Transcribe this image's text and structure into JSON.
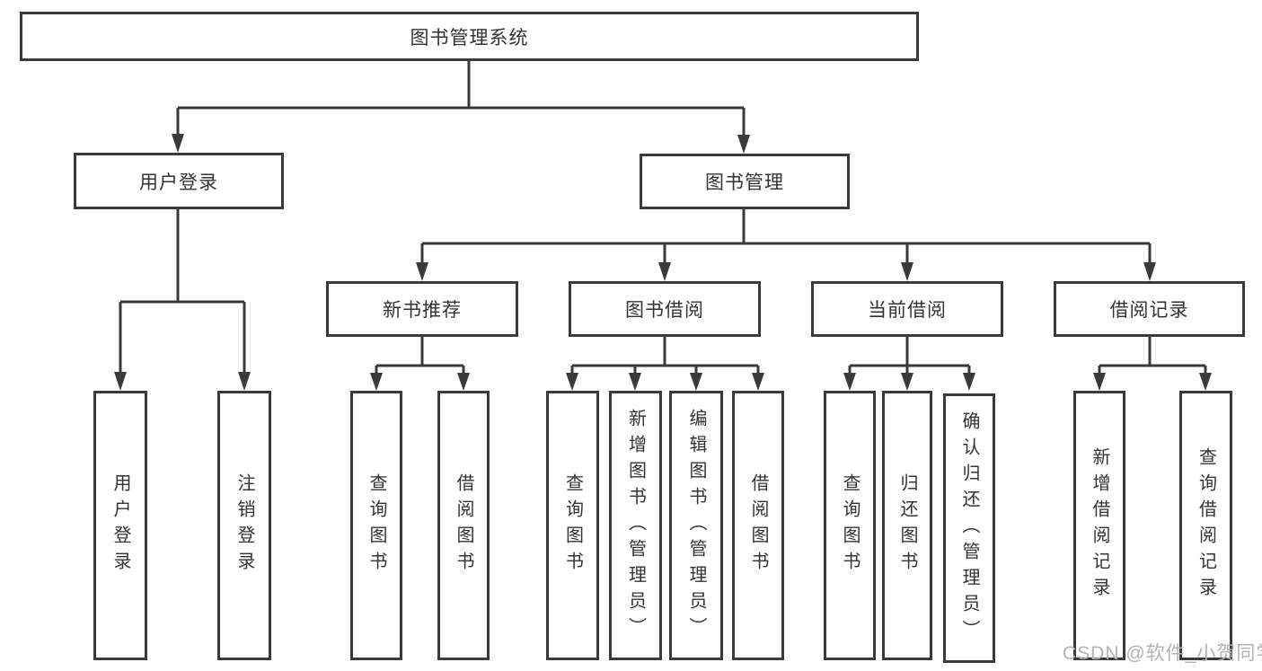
{
  "tree": {
    "label": "图书管理系统",
    "children": [
      {
        "label": "用户登录",
        "children": [
          {
            "label": "用户登录"
          },
          {
            "label": "注销登录"
          }
        ]
      },
      {
        "label": "图书管理",
        "children": [
          {
            "label": "新书推荐",
            "children": [
              {
                "label": "查询图书"
              },
              {
                "label": "借阅图书"
              }
            ]
          },
          {
            "label": "图书借阅",
            "children": [
              {
                "label": "查询图书"
              },
              {
                "label": "新增图书（管理员）"
              },
              {
                "label": "编辑图书（管理员）"
              },
              {
                "label": "借阅图书"
              }
            ]
          },
          {
            "label": "当前借阅",
            "children": [
              {
                "label": "查询图书"
              },
              {
                "label": "归还图书"
              },
              {
                "label": "确认归还（管理员）"
              }
            ]
          },
          {
            "label": "借阅记录",
            "children": [
              {
                "label": "新增借阅记录"
              },
              {
                "label": "查询借阅记录"
              }
            ]
          }
        ]
      }
    ]
  },
  "watermark": {
    "text": "CSDN @软件_小贺同学"
  },
  "colors": {
    "line": "#3a3a3a",
    "text": "#333333",
    "watermark": "#b3b3b3"
  }
}
